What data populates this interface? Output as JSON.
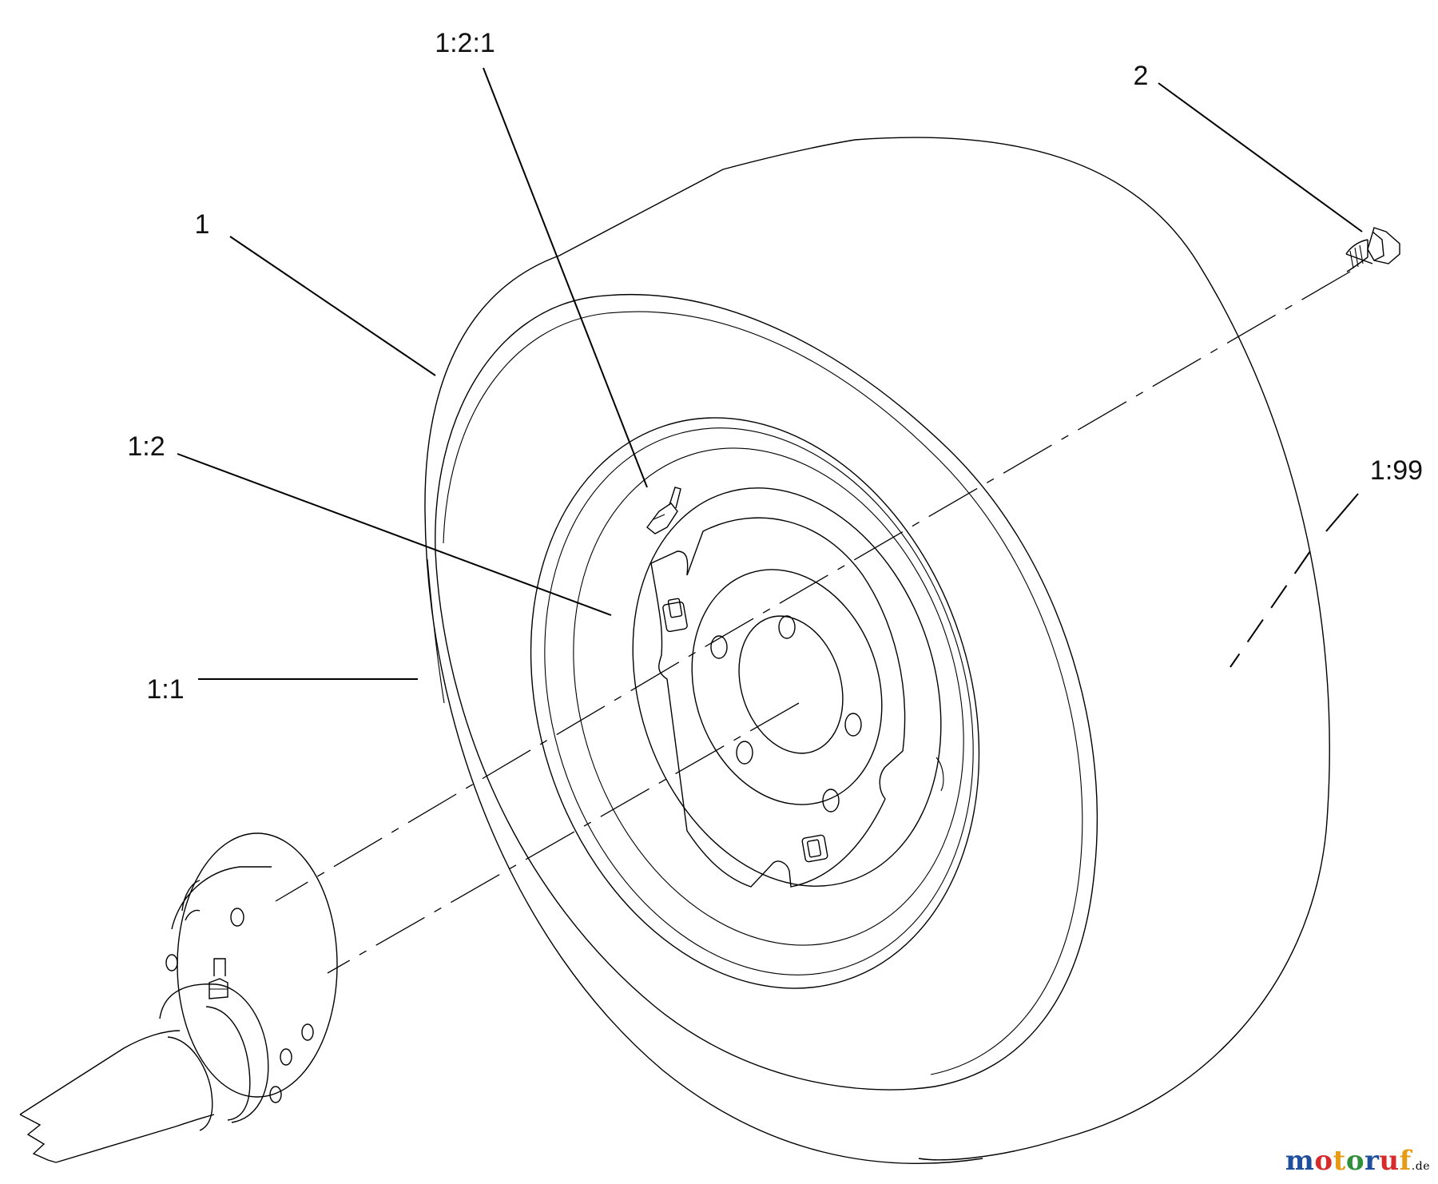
{
  "callouts": {
    "part_1": "1",
    "part_1_1": "1:1",
    "part_1_2": "1:2",
    "part_1_2_1": "1:2:1",
    "part_1_99": "1:99",
    "part_2": "2"
  },
  "watermark": {
    "text": "motoruf",
    "tld": ".de",
    "colors": [
      "#1f4e9c",
      "#d62b2b",
      "#e79b14",
      "#2f8f3a",
      "#1f4e9c",
      "#d62b2b",
      "#e79b14"
    ]
  }
}
